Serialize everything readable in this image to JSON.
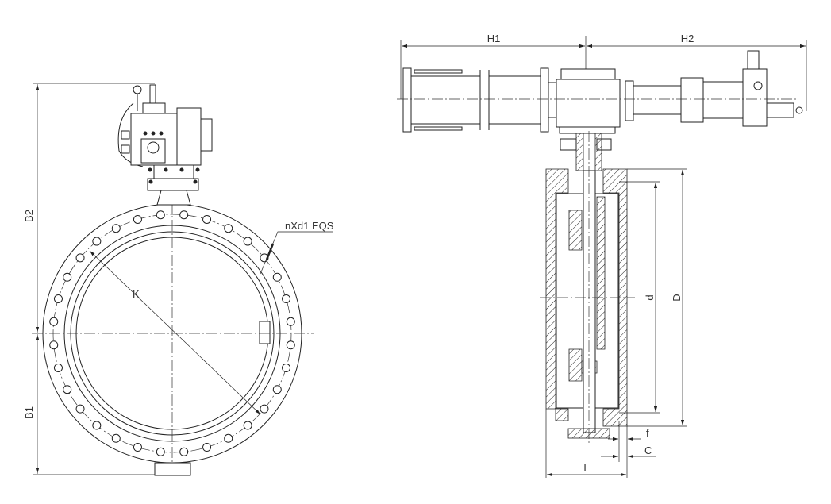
{
  "labels": {
    "h1": "H1",
    "h2": "H2",
    "b1": "B1",
    "b2": "B2",
    "k": "K",
    "bolt_holes": "nXd1 EQS",
    "d": "d",
    "D": "D",
    "f": "f",
    "C": "C",
    "L": "L"
  },
  "bolt_hole_count": 32,
  "line_color": "#222222"
}
